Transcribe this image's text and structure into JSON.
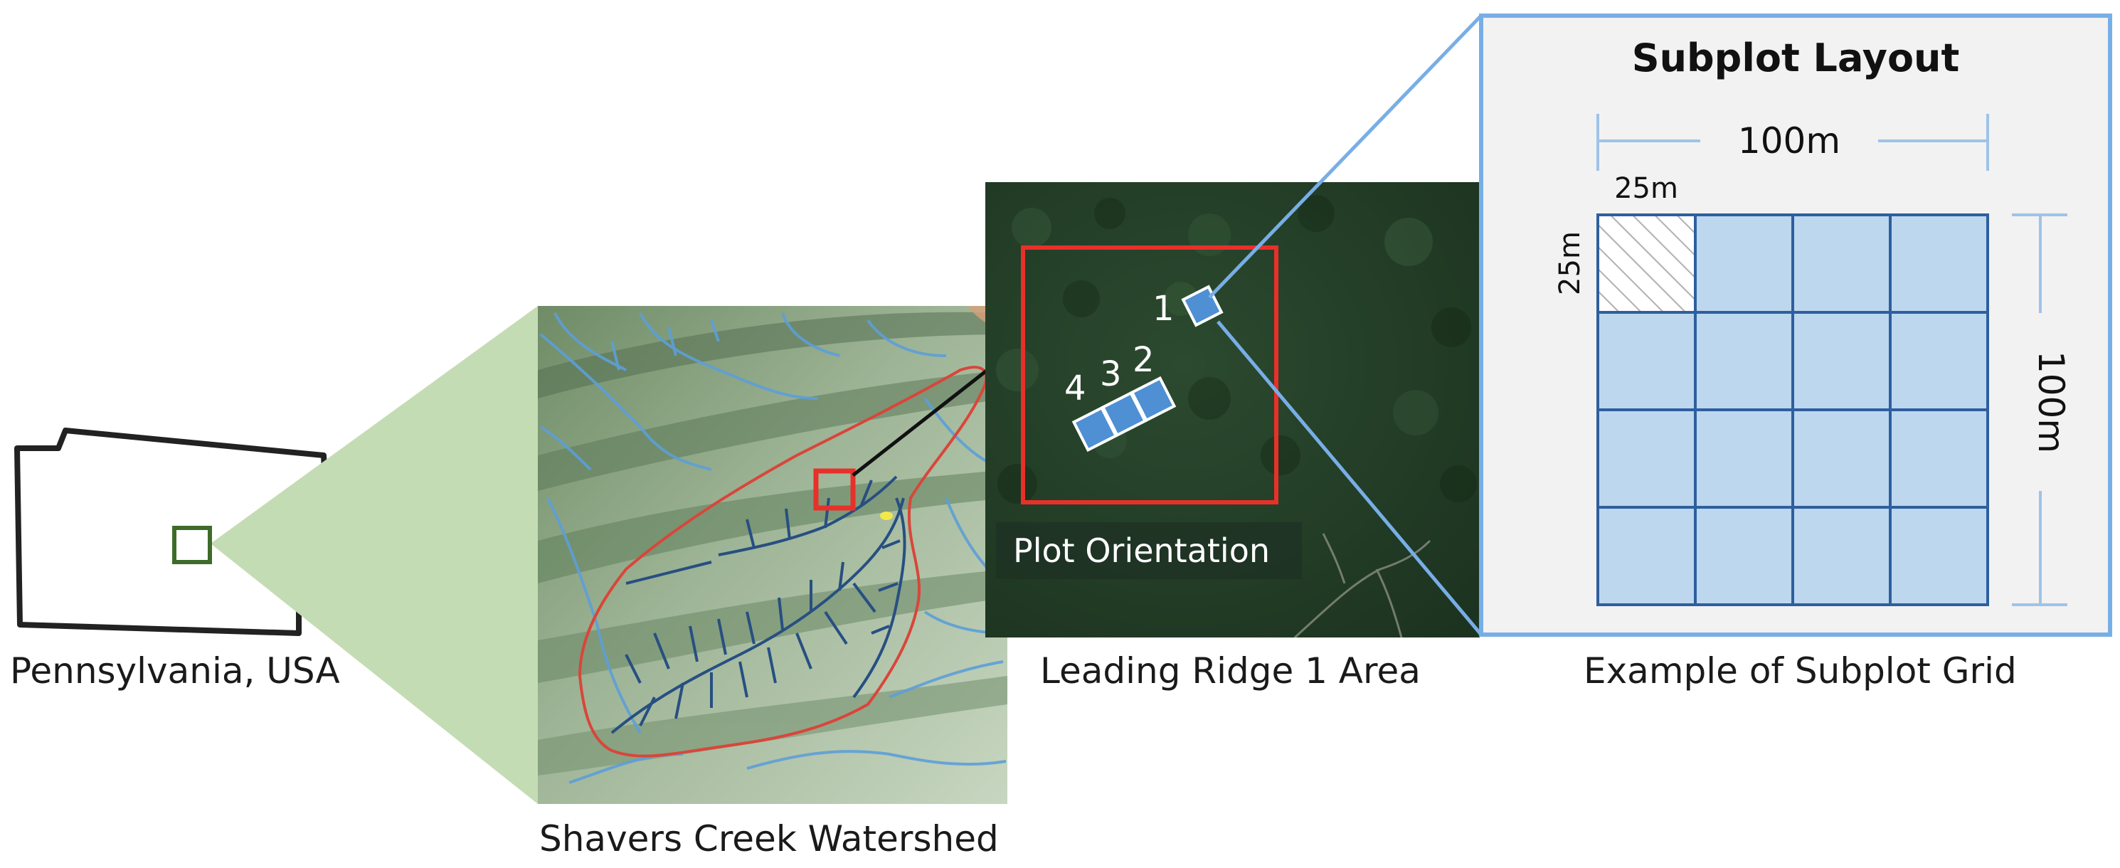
{
  "pennsylvania": {
    "caption": "Pennsylvania, USA"
  },
  "watershed": {
    "caption": "Shavers Creek Watershed"
  },
  "ridge_area": {
    "caption": "Leading Ridge 1 Area",
    "inset_label": "Plot Orientation",
    "plots": [
      {
        "id": "plot-1",
        "label": "1"
      },
      {
        "id": "plot-2",
        "label": "2"
      },
      {
        "id": "plot-3",
        "label": "3"
      },
      {
        "id": "plot-4",
        "label": "4"
      }
    ]
  },
  "subplot": {
    "title": "Subplot Layout",
    "width_label": "100m",
    "height_label": "100m",
    "cell_width_label": "25m",
    "cell_height_label": "25m",
    "grid": {
      "rows": 4,
      "cols": 4,
      "hatched_cell": [
        0,
        0
      ]
    },
    "caption": "Example of Subplot Grid"
  },
  "colors": {
    "state_outline": "#222222",
    "state_marker": "#3f6b2a",
    "wedge_fill": "#c4dcb4",
    "watershed_boundary": "#d9463a",
    "study_box": "#e8302a",
    "plot_fill": "#4f8fd4",
    "callout_line": "#78aee6",
    "grid_fill": "#bdd7ee",
    "grid_line": "#2e5f9e",
    "dimension_line": "#9fc3e8",
    "panel_bg": "#f2f2f2"
  }
}
